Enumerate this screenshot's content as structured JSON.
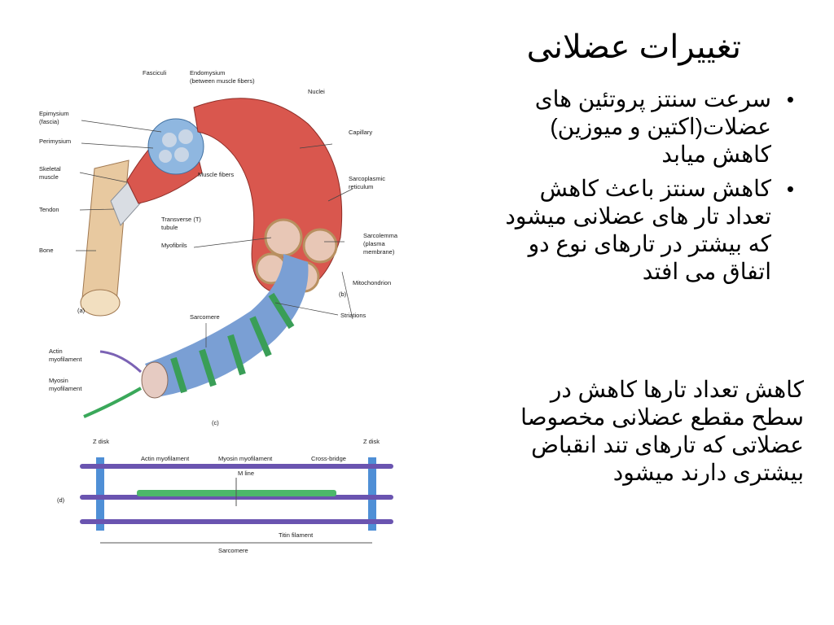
{
  "slide": {
    "title": "تغییرات عضلانی",
    "bullets": [
      "سرعت سنتز پروتئین های عضلات(اکتین و میوزین) کاهش میابد",
      "کاهش سنتز باعث کاهش تعداد تار های عضلانی میشود که بیشتر در تارهای نوع دو اتفاق می افتد"
    ],
    "note": "کاهش تعداد تارها کاهش در سطح مقطع عضلانی مخصوصا عضلاتی که تارهای تند انقباض بیشتری دارند میشود"
  },
  "figure": {
    "labels": {
      "fasciculi": "Fasciculi",
      "endomysium": "Endomysium",
      "endomysium_sub": "(between muscle fibers)",
      "epimysium": "Epimysium",
      "epimysium_sub": "(fascia)",
      "perimysium": "Perimysium",
      "skeletal": "Skeletal",
      "skeletal_sub": "muscle",
      "tendon": "Tendon",
      "bone": "Bone",
      "muscle_fibers": "Muscle fibers",
      "nuclei": "Nuclei",
      "capillary": "Capillary",
      "sarcoplasmic": "Sarcoplasmic",
      "sarcoplasmic_sub": "reticulum",
      "transverse": "Transverse (T)",
      "transverse_sub": "tubule",
      "myofibrils": "Myofibrils",
      "sarcolemma": "Sarcolemma",
      "sarcolemma_sub1": "(plasma",
      "sarcolemma_sub2": "membrane)",
      "mitochondrion": "Mitochondrion",
      "panel_a": "(a)",
      "panel_b": "(b)",
      "panel_c": "(c)",
      "panel_d": "(d)",
      "sarcomere": "Sarcomere",
      "striations": "Striations",
      "actin_myofilament_1": "Actin",
      "actin_myofilament_2": "myofilament",
      "myosin_myofilament_1": "Myosin",
      "myosin_myofilament_2": "myofilament",
      "z_disk_left": "Z disk",
      "z_disk_right": "Z disk",
      "actin_myofilament": "Actin myofilament",
      "myosin_myofilament": "Myosin myofilament",
      "cross_bridge": "Cross-bridge",
      "m_line": "M line",
      "titin": "Titin filament",
      "sarcomere_bottom": "Sarcomere"
    }
  }
}
